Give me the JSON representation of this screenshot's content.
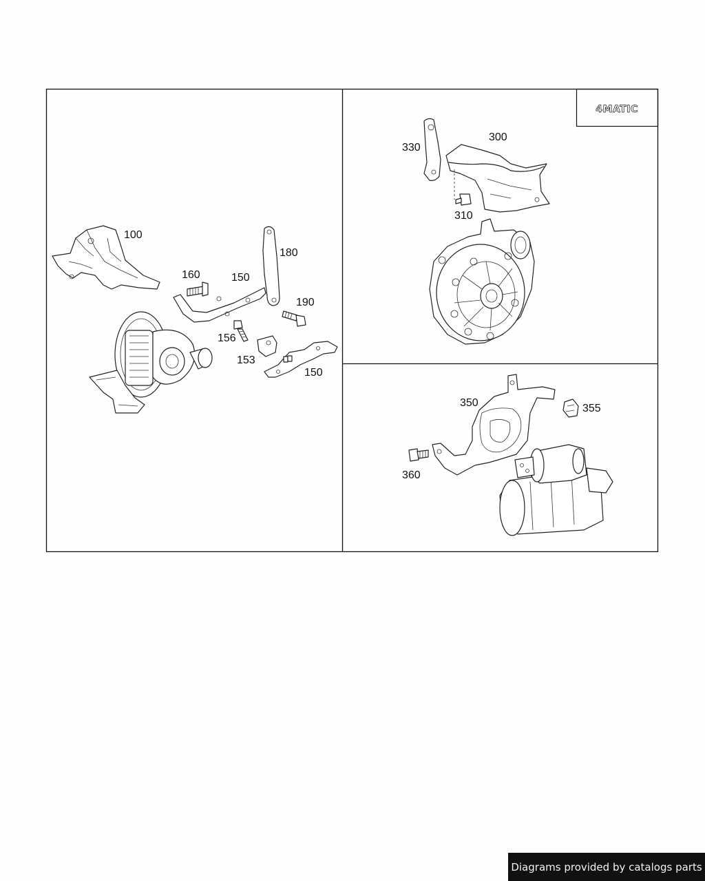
{
  "panels": {
    "left": {
      "callouts": {
        "p100": "100",
        "p160": "160",
        "p150a": "150",
        "p180": "180",
        "p190": "190",
        "p156": "156",
        "p153": "153",
        "p150b": "150"
      }
    },
    "top_right": {
      "badge": "4MATIC",
      "callouts": {
        "p330": "330",
        "p300": "300",
        "p310": "310"
      }
    },
    "bottom_right": {
      "callouts": {
        "p350": "350",
        "p355": "355",
        "p360": "360"
      }
    }
  },
  "footer": {
    "credit": "Diagrams provided by catalogs parts"
  },
  "colors": {
    "line": "#222222",
    "frame": "#111111",
    "footer_bg": "#111111",
    "footer_text": "#f2f2f2"
  }
}
